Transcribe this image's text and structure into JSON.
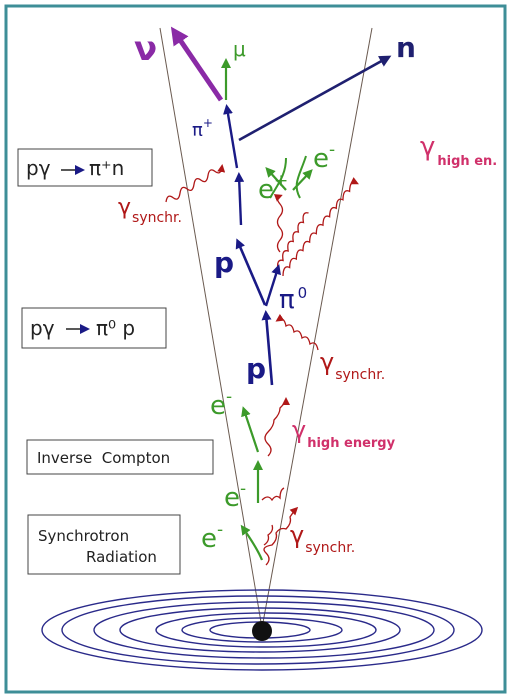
{
  "colors": {
    "frame": "#3e8e97",
    "blue": "#1a1a86",
    "green": "#3c9a2a",
    "red": "#b01818",
    "pink": "#d0306a",
    "purple": "#8a2aa6",
    "navy": "#1f2070"
  },
  "boxes": {
    "pgamma_pi_plus": {
      "lhs": "pγ",
      "rhs": "π⁺n"
    },
    "pgamma_pi_zero": {
      "lhs": "pγ",
      "rhs": "π⁰ p"
    },
    "inverse_compton": "Inverse  Compton",
    "synchrotron": {
      "line1": "Synchrotron",
      "line2": "Radiation"
    }
  },
  "labels": {
    "nu": "ν",
    "mu": "μ",
    "n": "n",
    "pi_plus": {
      "base": "π",
      "sup": "+"
    },
    "e_plus": {
      "base": "e",
      "sup": "+"
    },
    "e_minus_top": {
      "base": "e",
      "sup": "-"
    },
    "gamma_high_en": {
      "base": "γ",
      "sub": "high en."
    },
    "gamma_synchr_top": {
      "base": "γ",
      "sub": "synchr."
    },
    "p_upper": "p",
    "pi_zero": {
      "base": "π",
      "sup": "0"
    },
    "p_lower": "p",
    "gamma_synchr_mid": {
      "base": "γ",
      "sub": "synchr."
    },
    "e_minus_mid": {
      "base": "e",
      "sup": "-"
    },
    "gamma_high_energy": {
      "base": "γ",
      "sub": "high energy"
    },
    "e_minus_low1": {
      "base": "e",
      "sup": "-"
    },
    "e_minus_low2": {
      "base": "e",
      "sup": "-"
    },
    "gamma_synchr_bottom": {
      "base": "γ",
      "sub": "synchr."
    }
  }
}
